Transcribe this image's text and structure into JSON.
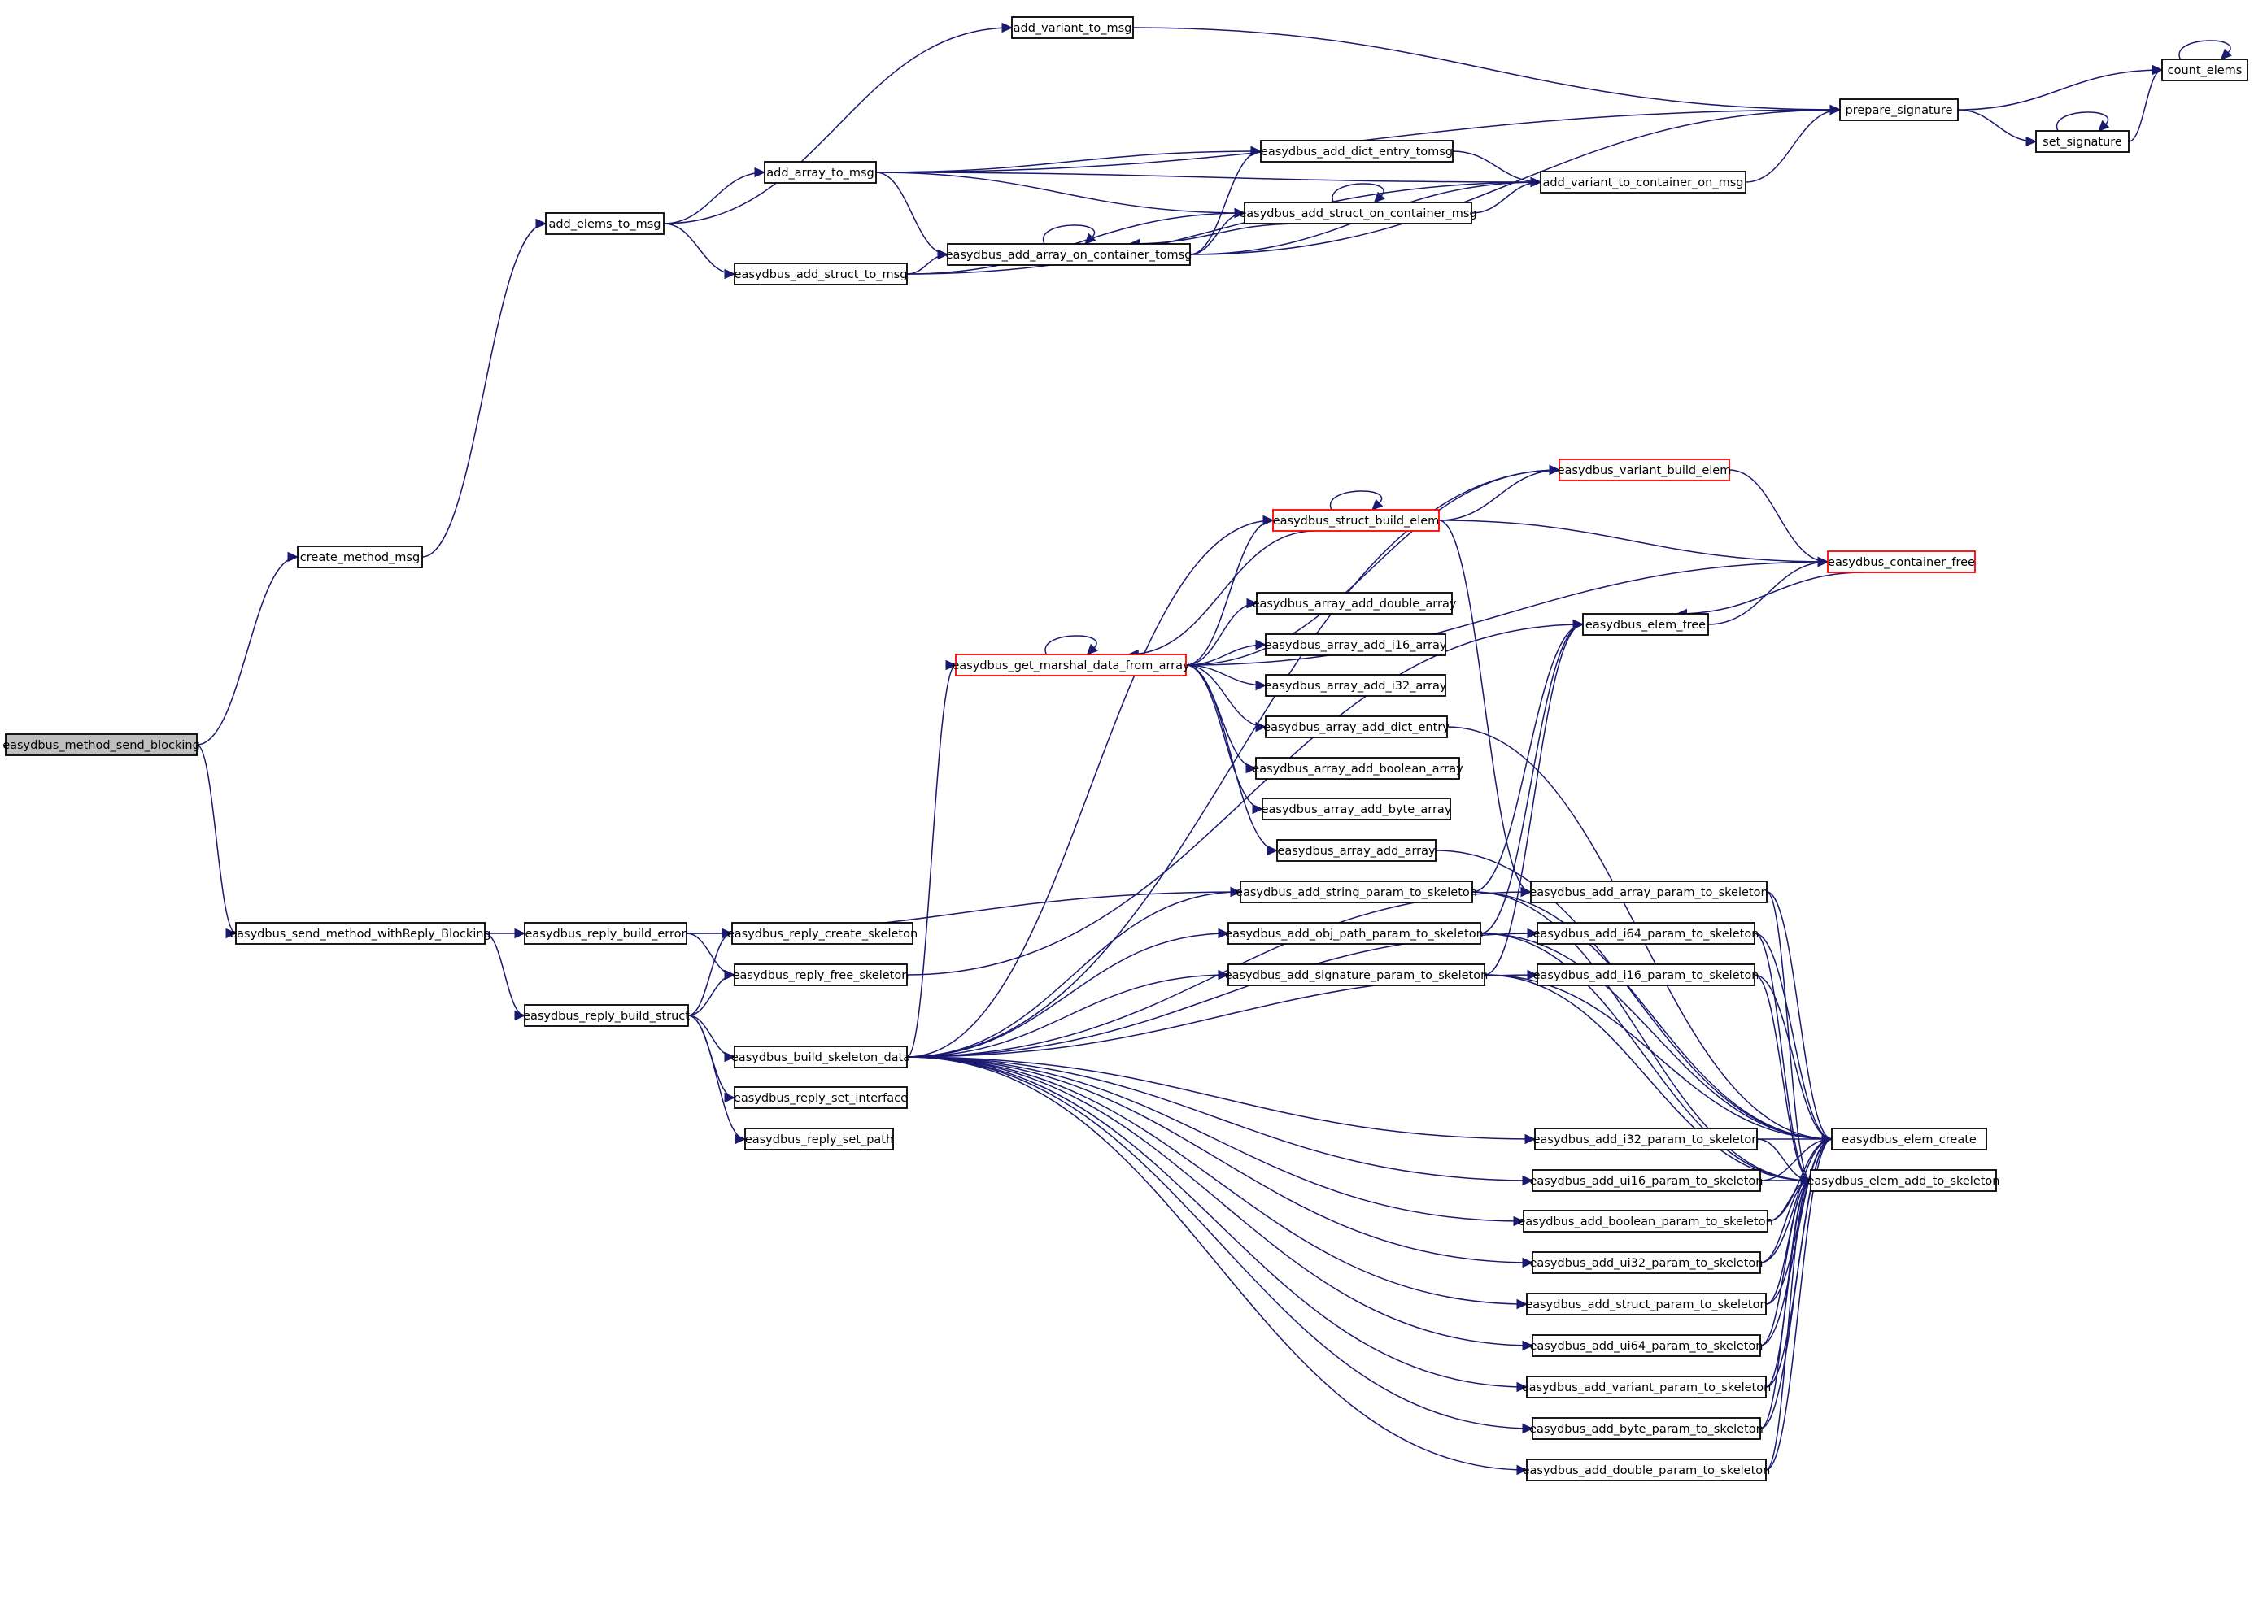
{
  "colors": {
    "edge": "#191970",
    "node_border": "#000000",
    "node_border_truncated": "#ff0000",
    "root_fill": "#bfbfbf",
    "node_fill": "#ffffff"
  },
  "nodes": {
    "root": {
      "label": "easydbus_method_send_blocking",
      "is_root": true
    },
    "create_method_msg": {
      "label": "create_method_msg"
    },
    "add_elems_to_msg": {
      "label": "add_elems_to_msg"
    },
    "add_variant_to_msg": {
      "label": "add_variant_to_msg"
    },
    "add_array_to_msg": {
      "label": "add_array_to_msg"
    },
    "add_struct_to_msg": {
      "label": "easydbus_add_struct_to_msg"
    },
    "add_array_on_container": {
      "label": "easydbus_add_array_on_container_tomsg"
    },
    "add_dict_entry_tomsg": {
      "label": "easydbus_add_dict_entry_tomsg"
    },
    "add_struct_on_container": {
      "label": "easydbus_add_struct_on_container_msg"
    },
    "add_variant_to_container": {
      "label": "add_variant_to_container_on_msg"
    },
    "prepare_signature": {
      "label": "prepare_signature"
    },
    "set_signature": {
      "label": "set_signature"
    },
    "count_elems": {
      "label": "count_elems"
    },
    "send_withReply": {
      "label": "easydbus_send_method_withReply_Blocking"
    },
    "reply_build_error": {
      "label": "easydbus_reply_build_error"
    },
    "reply_build_struct": {
      "label": "easydbus_reply_build_struct"
    },
    "reply_create_skeleton": {
      "label": "easydbus_reply_create_skeleton"
    },
    "reply_free_skeleton": {
      "label": "easydbus_reply_free_skeleton"
    },
    "build_skeleton_data": {
      "label": "easydbus_build_skeleton_data"
    },
    "reply_set_interface": {
      "label": "easydbus_reply_set_interface"
    },
    "reply_set_path": {
      "label": "easydbus_reply_set_path"
    },
    "get_marshal": {
      "label": "easydbus_get_marshal_data_from_array",
      "truncated": true
    },
    "struct_build_elem": {
      "label": "easydbus_struct_build_elem",
      "truncated": true
    },
    "variant_build_elem": {
      "label": "easydbus_variant_build_elem",
      "truncated": true
    },
    "container_free": {
      "label": "easydbus_container_free",
      "truncated": true
    },
    "elem_free": {
      "label": "easydbus_elem_free"
    },
    "array_add_double": {
      "label": "easydbus_array_add_double_array"
    },
    "array_add_i16": {
      "label": "easydbus_array_add_i16_array"
    },
    "array_add_i32": {
      "label": "easydbus_array_add_i32_array"
    },
    "array_add_dict_entry": {
      "label": "easydbus_array_add_dict_entry"
    },
    "array_add_boolean": {
      "label": "easydbus_array_add_boolean_array"
    },
    "array_add_byte": {
      "label": "easydbus_array_add_byte_array"
    },
    "array_add_array": {
      "label": "easydbus_array_add_array"
    },
    "add_string_param": {
      "label": "easydbus_add_string_param_to_skeleton"
    },
    "add_obj_path_param": {
      "label": "easydbus_add_obj_path_param_to_skeleton"
    },
    "add_signature_param": {
      "label": "easydbus_add_signature_param_to_skeleton"
    },
    "add_array_param": {
      "label": "easydbus_add_array_param_to_skeleton"
    },
    "add_i64_param": {
      "label": "easydbus_add_i64_param_to_skeleton"
    },
    "add_i16_param": {
      "label": "easydbus_add_i16_param_to_skeleton"
    },
    "add_i32_param": {
      "label": "easydbus_add_i32_param_to_skeleton"
    },
    "add_ui16_param": {
      "label": "easydbus_add_ui16_param_to_skeleton"
    },
    "add_boolean_param": {
      "label": "easydbus_add_boolean_param_to_skeleton"
    },
    "add_ui32_param": {
      "label": "easydbus_add_ui32_param_to_skeleton"
    },
    "add_struct_param": {
      "label": "easydbus_add_struct_param_to_skeleton"
    },
    "add_ui64_param": {
      "label": "easydbus_add_ui64_param_to_skeleton"
    },
    "add_variant_param": {
      "label": "easydbus_add_variant_param_to_skeleton"
    },
    "add_byte_param": {
      "label": "easydbus_add_byte_param_to_skeleton"
    },
    "add_double_param": {
      "label": "easydbus_add_double_param_to_skeleton"
    },
    "elem_create": {
      "label": "easydbus_elem_create"
    },
    "elem_add_to_skeleton": {
      "label": "easydbus_elem_add_to_skeleton"
    }
  },
  "edges": [
    [
      "root",
      "create_method_msg"
    ],
    [
      "root",
      "send_withReply"
    ],
    [
      "create_method_msg",
      "add_elems_to_msg"
    ],
    [
      "add_elems_to_msg",
      "add_variant_to_msg"
    ],
    [
      "add_elems_to_msg",
      "add_array_to_msg"
    ],
    [
      "add_elems_to_msg",
      "add_struct_to_msg"
    ],
    [
      "add_variant_to_msg",
      "prepare_signature"
    ],
    [
      "add_array_to_msg",
      "prepare_signature"
    ],
    [
      "add_array_to_msg",
      "add_dict_entry_tomsg"
    ],
    [
      "add_array_to_msg",
      "add_struct_on_container"
    ],
    [
      "add_array_to_msg",
      "add_variant_to_container"
    ],
    [
      "add_array_to_msg",
      "add_array_on_container"
    ],
    [
      "add_struct_to_msg",
      "add_array_on_container"
    ],
    [
      "add_struct_to_msg",
      "add_struct_on_container"
    ],
    [
      "add_struct_to_msg",
      "add_variant_to_container"
    ],
    [
      "add_array_on_container",
      "add_array_on_container"
    ],
    [
      "add_array_on_container",
      "add_dict_entry_tomsg"
    ],
    [
      "add_array_on_container",
      "add_struct_on_container"
    ],
    [
      "add_array_on_container",
      "add_variant_to_container"
    ],
    [
      "add_array_on_container",
      "prepare_signature"
    ],
    [
      "add_struct_on_container",
      "add_struct_on_container"
    ],
    [
      "add_struct_on_container",
      "add_array_on_container"
    ],
    [
      "add_struct_on_container",
      "add_variant_to_container"
    ],
    [
      "add_dict_entry_tomsg",
      "add_variant_to_container"
    ],
    [
      "add_variant_to_container",
      "prepare_signature"
    ],
    [
      "prepare_signature",
      "count_elems"
    ],
    [
      "prepare_signature",
      "set_signature"
    ],
    [
      "set_signature",
      "set_signature"
    ],
    [
      "set_signature",
      "count_elems"
    ],
    [
      "count_elems",
      "count_elems"
    ],
    [
      "send_withReply",
      "reply_build_error"
    ],
    [
      "send_withReply",
      "reply_build_struct"
    ],
    [
      "reply_build_error",
      "reply_create_skeleton"
    ],
    [
      "reply_build_error",
      "reply_free_skeleton"
    ],
    [
      "reply_build_error",
      "add_string_param"
    ],
    [
      "reply_build_struct",
      "reply_create_skeleton"
    ],
    [
      "reply_build_struct",
      "reply_free_skeleton"
    ],
    [
      "reply_build_struct",
      "build_skeleton_data"
    ],
    [
      "reply_build_struct",
      "reply_set_interface"
    ],
    [
      "reply_build_struct",
      "reply_set_path"
    ],
    [
      "reply_free_skeleton",
      "elem_free"
    ],
    [
      "build_skeleton_data",
      "get_marshal"
    ],
    [
      "build_skeleton_data",
      "struct_build_elem"
    ],
    [
      "build_skeleton_data",
      "variant_build_elem"
    ],
    [
      "build_skeleton_data",
      "add_string_param"
    ],
    [
      "build_skeleton_data",
      "add_obj_path_param"
    ],
    [
      "build_skeleton_data",
      "add_signature_param"
    ],
    [
      "build_skeleton_data",
      "add_array_param"
    ],
    [
      "build_skeleton_data",
      "add_i64_param"
    ],
    [
      "build_skeleton_data",
      "add_i16_param"
    ],
    [
      "build_skeleton_data",
      "add_i32_param"
    ],
    [
      "build_skeleton_data",
      "add_ui16_param"
    ],
    [
      "build_skeleton_data",
      "add_boolean_param"
    ],
    [
      "build_skeleton_data",
      "add_ui32_param"
    ],
    [
      "build_skeleton_data",
      "add_struct_param"
    ],
    [
      "build_skeleton_data",
      "add_ui64_param"
    ],
    [
      "build_skeleton_data",
      "add_variant_param"
    ],
    [
      "build_skeleton_data",
      "add_byte_param"
    ],
    [
      "build_skeleton_data",
      "add_double_param"
    ],
    [
      "get_marshal",
      "get_marshal"
    ],
    [
      "get_marshal",
      "struct_build_elem"
    ],
    [
      "get_marshal",
      "variant_build_elem"
    ],
    [
      "get_marshal",
      "container_free"
    ],
    [
      "get_marshal",
      "array_add_double"
    ],
    [
      "get_marshal",
      "array_add_i16"
    ],
    [
      "get_marshal",
      "array_add_i32"
    ],
    [
      "get_marshal",
      "array_add_dict_entry"
    ],
    [
      "get_marshal",
      "array_add_boolean"
    ],
    [
      "get_marshal",
      "array_add_byte"
    ],
    [
      "get_marshal",
      "array_add_array"
    ],
    [
      "struct_build_elem",
      "struct_build_elem"
    ],
    [
      "struct_build_elem",
      "get_marshal"
    ],
    [
      "struct_build_elem",
      "variant_build_elem"
    ],
    [
      "struct_build_elem",
      "container_free"
    ],
    [
      "struct_build_elem",
      "add_array_param"
    ],
    [
      "variant_build_elem",
      "container_free"
    ],
    [
      "container_free",
      "elem_free"
    ],
    [
      "elem_free",
      "container_free"
    ],
    [
      "array_add_dict_entry",
      "elem_create"
    ],
    [
      "array_add_array",
      "elem_create"
    ],
    [
      "add_string_param",
      "elem_create"
    ],
    [
      "add_string_param",
      "elem_add_to_skeleton"
    ],
    [
      "add_string_param",
      "elem_free"
    ],
    [
      "add_obj_path_param",
      "elem_create"
    ],
    [
      "add_obj_path_param",
      "elem_add_to_skeleton"
    ],
    [
      "add_obj_path_param",
      "elem_free"
    ],
    [
      "add_signature_param",
      "elem_create"
    ],
    [
      "add_signature_param",
      "elem_add_to_skeleton"
    ],
    [
      "add_signature_param",
      "elem_free"
    ],
    [
      "add_array_param",
      "elem_create"
    ],
    [
      "add_array_param",
      "elem_add_to_skeleton"
    ],
    [
      "add_i64_param",
      "elem_create"
    ],
    [
      "add_i64_param",
      "elem_add_to_skeleton"
    ],
    [
      "add_i16_param",
      "elem_create"
    ],
    [
      "add_i16_param",
      "elem_add_to_skeleton"
    ],
    [
      "add_i32_param",
      "elem_create"
    ],
    [
      "add_i32_param",
      "elem_add_to_skeleton"
    ],
    [
      "add_ui16_param",
      "elem_create"
    ],
    [
      "add_ui16_param",
      "elem_add_to_skeleton"
    ],
    [
      "add_boolean_param",
      "elem_create"
    ],
    [
      "add_boolean_param",
      "elem_add_to_skeleton"
    ],
    [
      "add_ui32_param",
      "elem_create"
    ],
    [
      "add_ui32_param",
      "elem_add_to_skeleton"
    ],
    [
      "add_struct_param",
      "elem_create"
    ],
    [
      "add_struct_param",
      "elem_add_to_skeleton"
    ],
    [
      "add_ui64_param",
      "elem_create"
    ],
    [
      "add_ui64_param",
      "elem_add_to_skeleton"
    ],
    [
      "add_variant_param",
      "elem_create"
    ],
    [
      "add_variant_param",
      "elem_add_to_skeleton"
    ],
    [
      "add_byte_param",
      "elem_create"
    ],
    [
      "add_byte_param",
      "elem_add_to_skeleton"
    ],
    [
      "add_double_param",
      "elem_create"
    ],
    [
      "add_double_param",
      "elem_add_to_skeleton"
    ]
  ]
}
